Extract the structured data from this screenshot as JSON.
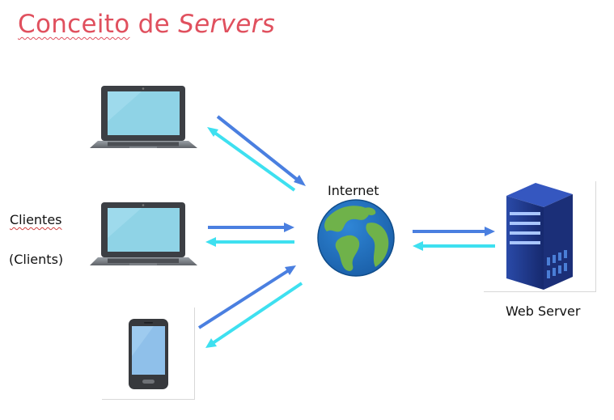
{
  "title": {
    "part1": "Conceito",
    "part2": "de",
    "part3": "Servers"
  },
  "labels": {
    "clients_pt": "Clientes",
    "clients_en": "(Clients)",
    "internet": "Internet",
    "web_server": "Web Server"
  },
  "colors": {
    "title": "#e0505e",
    "arrow_outbound": "#4a7fe0",
    "arrow_inbound": "#3ee0f0",
    "screen": "#8fd3e6",
    "server": "#1f3a8a"
  },
  "icons": [
    "laptop-icon",
    "laptop-icon",
    "smartphone-icon",
    "globe-icon",
    "server-icon"
  ]
}
